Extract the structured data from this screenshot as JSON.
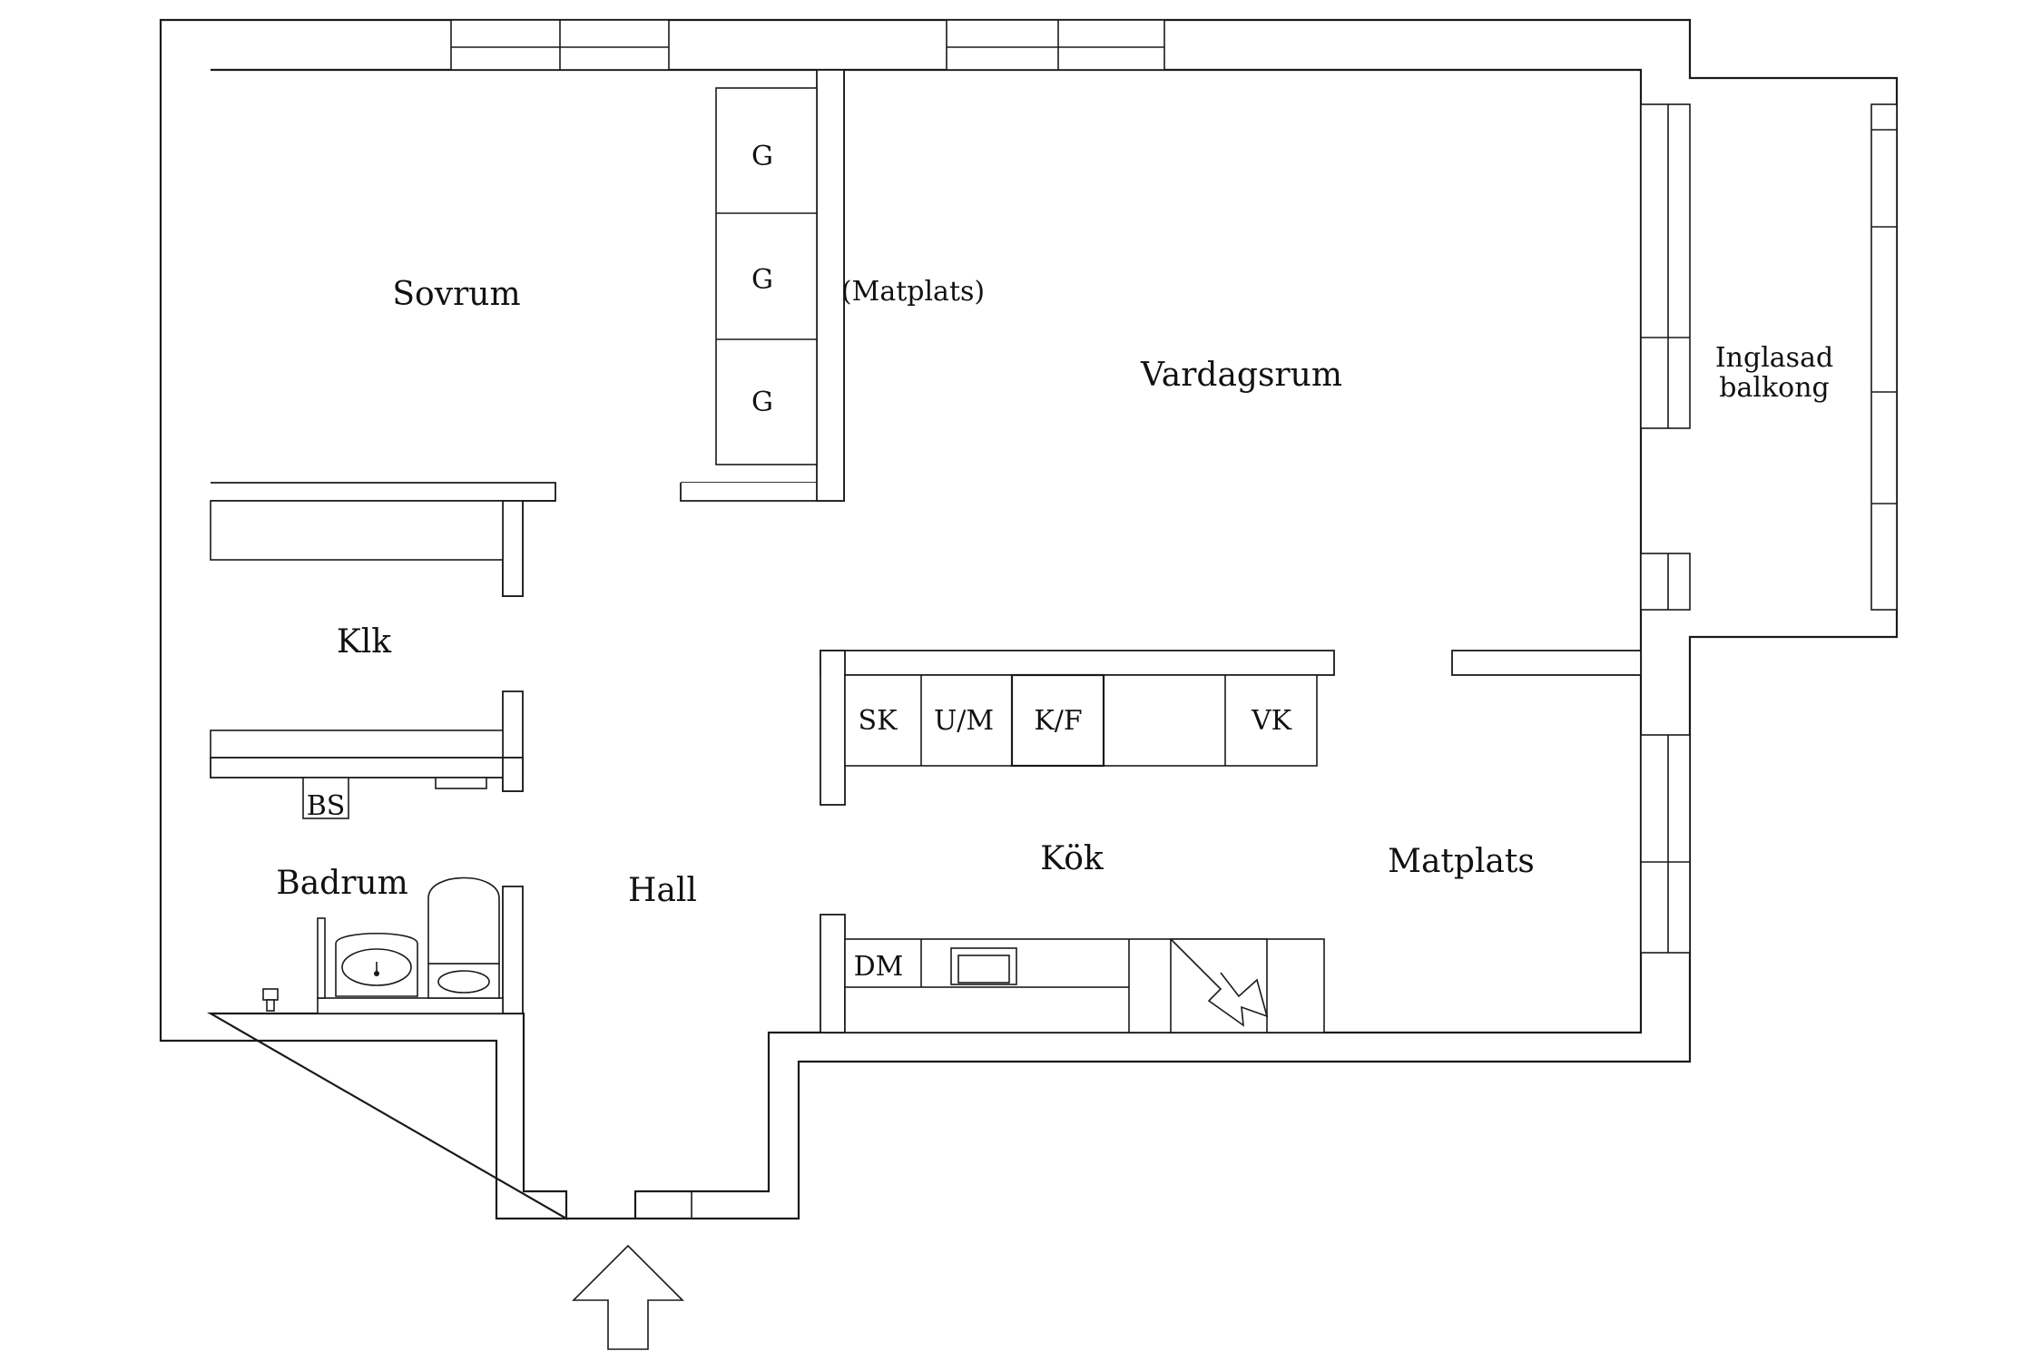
{
  "rooms": {
    "sovrum": "Sovrum",
    "matplats_living": "(Matplats)",
    "vardagsrum": "Vardagsrum",
    "balkong_line1": "Inglasad",
    "balkong_line2": "balkong",
    "klk": "Klk",
    "badrum": "Badrum",
    "hall": "Hall",
    "kok": "Kök",
    "matplats_kitchen": "Matplats"
  },
  "fixtures": {
    "wardrobe_1": "G",
    "wardrobe_2": "G",
    "wardrobe_3": "G",
    "bs": "BS",
    "sk": "SK",
    "um": "U/M",
    "kf": "K/F",
    "vk": "VK",
    "dm": "DM"
  },
  "icons": [
    "entrance-arrow-icon",
    "sink-icon",
    "toilet-icon",
    "stove-icon",
    "kitchen-sink-icon",
    "faucet-icon"
  ]
}
